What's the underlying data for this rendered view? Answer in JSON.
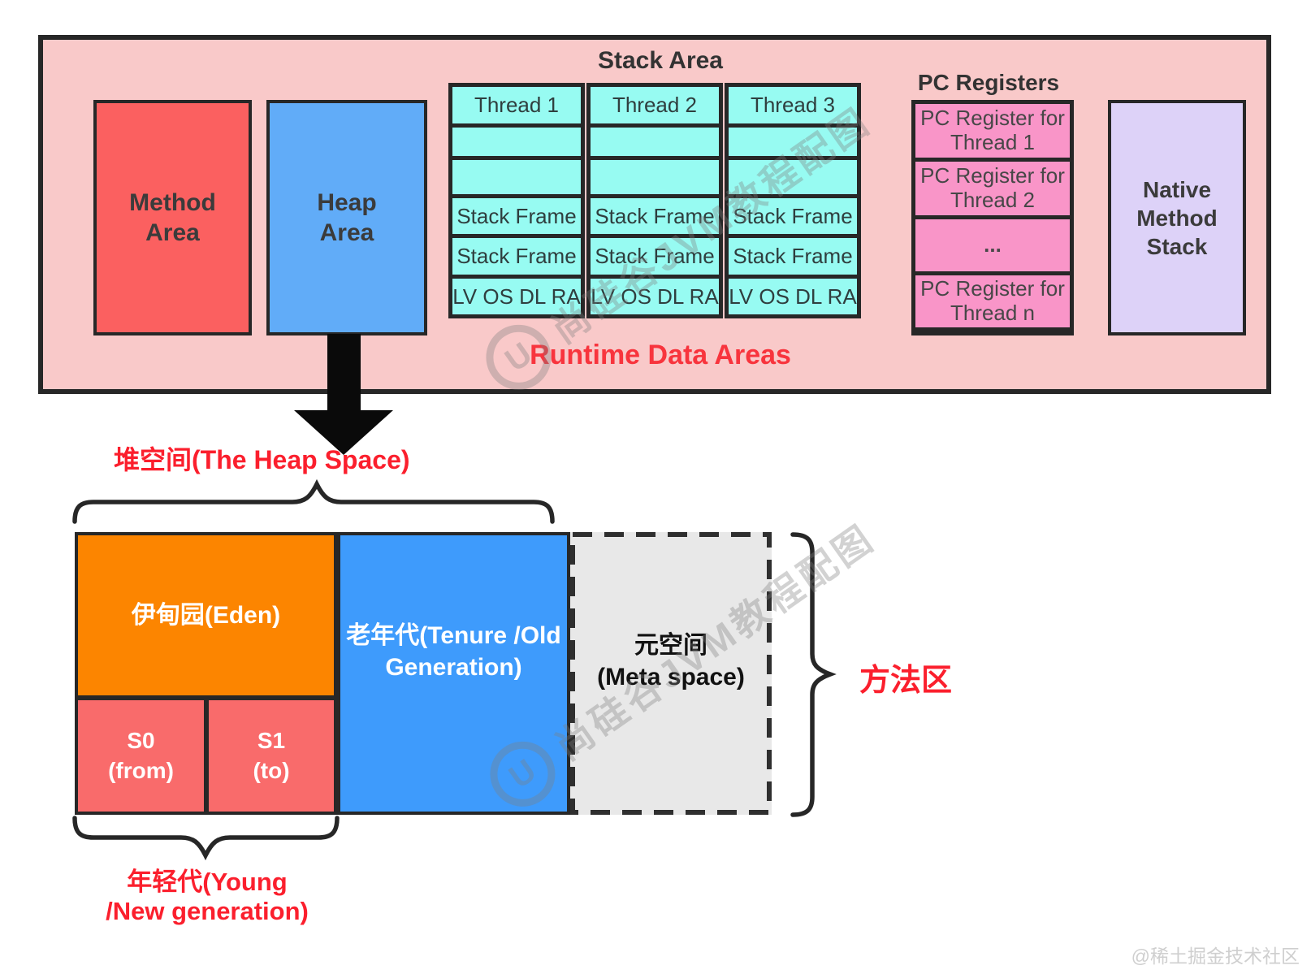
{
  "runtime_areas": {
    "stack_area_title": "Stack Area",
    "pc_registers_title": "PC Registers",
    "caption": "Runtime Data Areas",
    "method_area_label": "Method\nArea",
    "heap_area_label": "Heap\nArea",
    "native_method_stack_label": "Native\nMethod\nStack",
    "stack_columns": [
      {
        "header": "Thread 1",
        "rows": [
          "",
          "",
          "Stack Frame",
          "Stack Frame",
          "LV OS DL RA"
        ]
      },
      {
        "header": "Thread 2",
        "rows": [
          "",
          "",
          "Stack Frame",
          "Stack Frame",
          "LV OS DL RA"
        ]
      },
      {
        "header": "Thread 3",
        "rows": [
          "",
          "",
          "Stack Frame",
          "Stack Frame",
          "LV OS DL RA"
        ]
      }
    ],
    "pc_register_cells": [
      "PC Register for Thread 1",
      "PC Register for Thread 2",
      "...",
      "PC Register for Thread n"
    ]
  },
  "heap_detail": {
    "heap_space_label": "堆空间(The Heap Space)",
    "eden_label": "伊甸园(Eden)",
    "s0_label": "S0\n(from)",
    "s1_label": "S1\n(to)",
    "old_gen_label": "老年代(Tenure /Old\nGeneration)",
    "meta_space_label": "元空间\n(Meta space)",
    "young_gen_label": "年轻代(Young\n/New generation)",
    "method_area_brace_label": "方法区"
  },
  "watermark": {
    "logo_glyph": "U",
    "text": "尚硅谷JVM教程配图",
    "credit": "@稀土掘金技术社区"
  },
  "colors": {
    "container_bg": "#F9C9C9",
    "method_area_bg": "#FB6060",
    "heap_area_bg": "#61ACF8",
    "stack_cell_bg": "#97FBF2",
    "pc_register_bg": "#F995C8",
    "native_stack_bg": "#DDD2F8",
    "eden_bg": "#FC8500",
    "survivor_bg": "#F96B6B",
    "old_gen_bg": "#3E9BFC",
    "meta_space_bg": "#E8E8E8",
    "accent_red": "#F8343D",
    "border_dark": "#272727"
  }
}
